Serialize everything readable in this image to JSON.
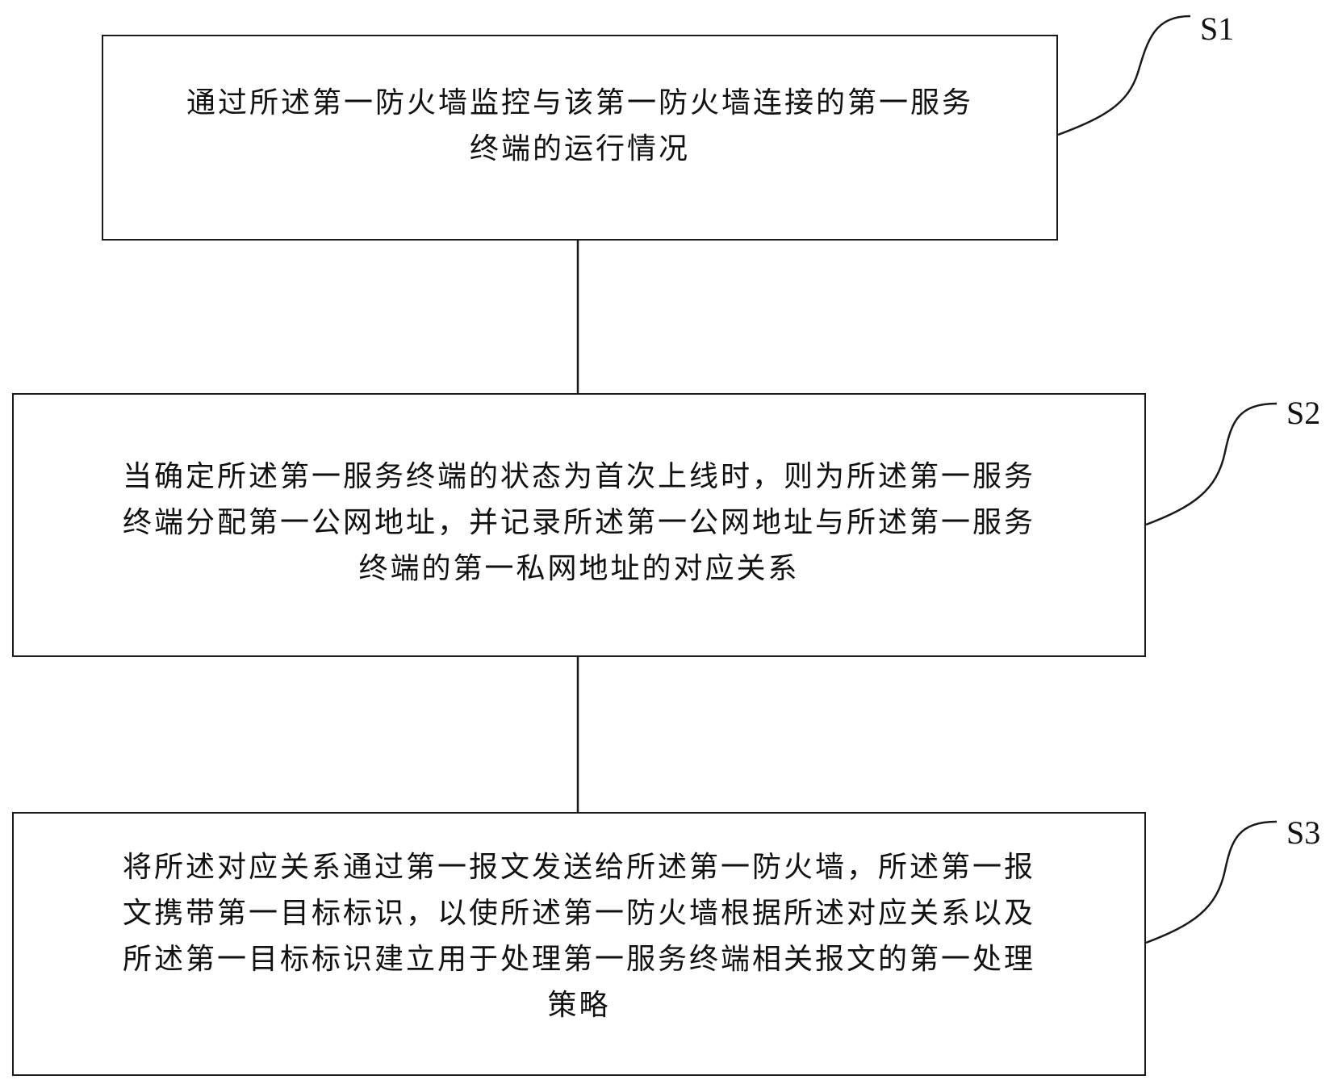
{
  "steps": [
    {
      "label": "S1",
      "lines": [
        "通过所述第一防火墙监控与该第一防火墙连接的第一服务",
        "终端的运行情况"
      ]
    },
    {
      "label": "S2",
      "lines": [
        "当确定所述第一服务终端的状态为首次上线时，则为所述第一服务",
        "终端分配第一公网地址，并记录所述第一公网地址与所述第一服务",
        "终端的第一私网地址的对应关系"
      ]
    },
    {
      "label": "S3",
      "lines": [
        "将所述对应关系通过第一报文发送给所述第一防火墙，所述第一报",
        "文携带第一目标标识，以使所述第一防火墙根据所述对应关系以及",
        "所述第一目标标识建立用于处理第一服务终端相关报文的第一处理",
        "策略"
      ]
    }
  ]
}
